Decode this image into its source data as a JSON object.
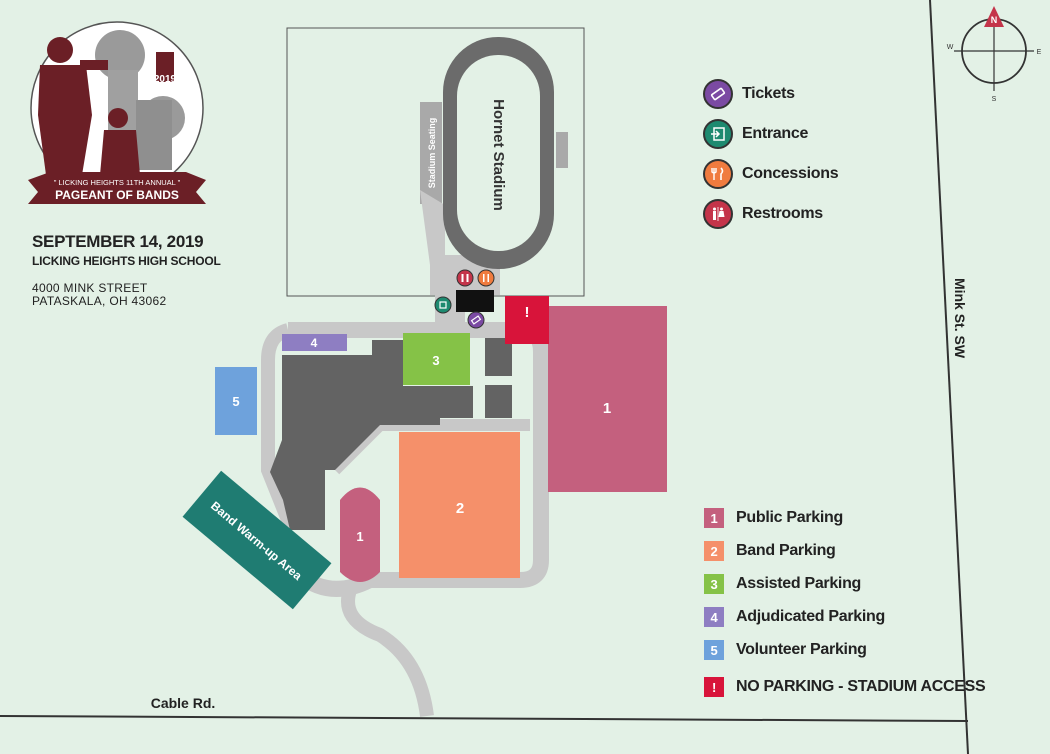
{
  "logo": {
    "year": "2019",
    "banner_line1": "\" LICKING HEIGHTS 11TH ANNUAL \"",
    "banner_line2": "PAGEANT OF BANDS"
  },
  "event": {
    "date": "SEPTEMBER 14, 2019",
    "school": "LICKING HEIGHTS HIGH SCHOOL",
    "address_line1": "4000 MINK STREET",
    "address_line2": "PATASKALA, OH 43062"
  },
  "compass": {
    "n": "N",
    "e": "E",
    "s": "S",
    "w": "W"
  },
  "places": {
    "stadium": "Hornet Stadium",
    "stadium_seating": "Stadium Seating",
    "warmup": "Band Warm-up Area",
    "road_mink": "Mink St. SW",
    "road_cable": "Cable Rd."
  },
  "lot_labels": {
    "lot1_large": "1",
    "lot1_small": "1",
    "lot2": "2",
    "lot3": "3",
    "lot4": "4",
    "lot5": "5",
    "no_parking": "!"
  },
  "amenities": [
    {
      "label": "Tickets",
      "icon": "ticket-icon",
      "color": "#7b4aa3"
    },
    {
      "label": "Entrance",
      "icon": "entrance-icon",
      "color": "#1e8a70"
    },
    {
      "label": "Concessions",
      "icon": "concessions-icon",
      "color": "#f07b3f"
    },
    {
      "label": "Restrooms",
      "icon": "restroom-icon",
      "color": "#c4344a"
    }
  ],
  "parking_legend": [
    {
      "mark": "1",
      "label": "Public Parking",
      "color": "#c4607e"
    },
    {
      "mark": "2",
      "label": "Band Parking",
      "color": "#f5906a"
    },
    {
      "mark": "3",
      "label": "Assisted Parking",
      "color": "#85c247"
    },
    {
      "mark": "4",
      "label": "Adjudicated Parking",
      "color": "#8e7ec2"
    },
    {
      "mark": "5",
      "label": "Volunteer Parking",
      "color": "#6ea2dc"
    },
    {
      "mark": "!",
      "label": "NO PARKING - STADIUM ACCESS",
      "color": "#d8143a"
    }
  ]
}
